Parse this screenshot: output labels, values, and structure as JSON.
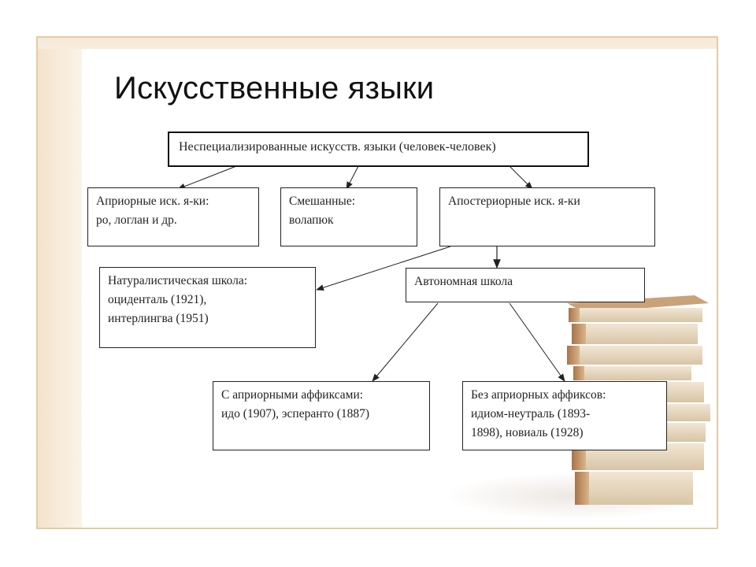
{
  "slide": {
    "title": "Искусственные языки"
  },
  "diagram": {
    "root": "Неспециализированные искусств. языки (человек-человек)",
    "apriori": {
      "line1": "Априорные иск. я-ки:",
      "line2": "ро, логлан и др."
    },
    "mixed": {
      "line1": "Смешанные:",
      "line2": "волапюк"
    },
    "aposteriori": {
      "line1": "Апостериорные иск. я-ки"
    },
    "naturalistic": {
      "line1": "Натуралистическая школа:",
      "line2": "оциденталь (1921),",
      "line3": "интерлингва (1951)"
    },
    "autonomous": {
      "line1": "Автономная школа"
    },
    "with_affixes": {
      "line1": "С априорными аффиксами:",
      "line2": "идо (1907), эсперанто (1887)"
    },
    "without_affixes": {
      "line1": "Без априорных аффиксов:",
      "line2": "идиом-неутраль (1893-",
      "line3": "1898), новиаль (1928)"
    }
  },
  "colors": {
    "frame": "#e3cba3",
    "book_top": "#e9dcc6",
    "book_spine": "#b07a4a"
  },
  "decor": {
    "books_icon": "stack-of-books-icon"
  }
}
